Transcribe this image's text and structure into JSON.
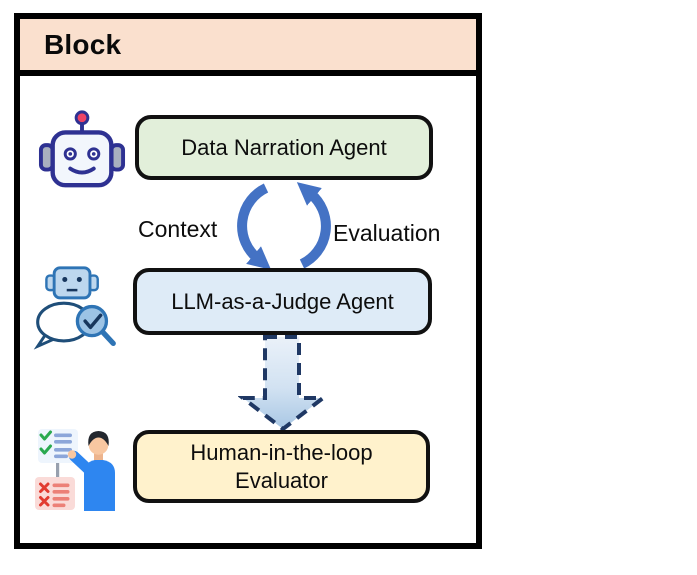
{
  "diagram": {
    "title": "Block",
    "nodes": [
      {
        "id": "data-narration-agent",
        "label": "Data Narration Agent",
        "icon": "robot-icon",
        "bg": "#E2EFDA"
      },
      {
        "id": "llm-as-a-judge-agent",
        "label": "LLM-as-a-Judge Agent",
        "icon": "robot-magnifier-icon",
        "bg": "#DEEBF7"
      },
      {
        "id": "human-in-the-loop-evaluator",
        "label": "Human-in-the-loop Evaluator",
        "icon": "person-checklist-icon",
        "bg": "#FFF2CC"
      }
    ],
    "cycle_arrows": {
      "between": [
        "data-narration-agent",
        "llm-as-a-judge-agent"
      ],
      "left_label": "Context",
      "right_label": "Evaluation",
      "color": "#4472C4"
    },
    "dashed_arrow": {
      "from": "llm-as-a-judge-agent",
      "to": "human-in-the-loop-evaluator",
      "border_color": "#1F3864"
    },
    "colors": {
      "header_bg": "#FAE0CE",
      "frame_border": "#000000",
      "box_border": "#111111"
    }
  }
}
